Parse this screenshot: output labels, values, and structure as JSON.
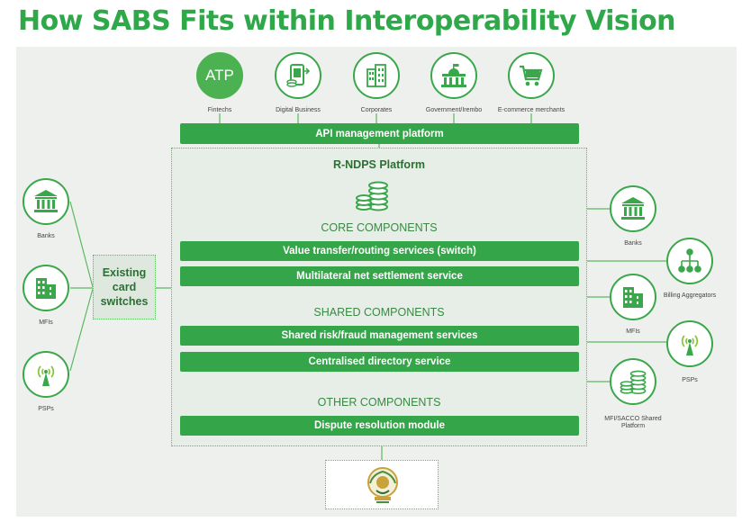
{
  "title": "How SABS Fits within Interoperability Vision",
  "top_entities": [
    {
      "label": "Fintechs",
      "icon": "atp-icon",
      "text": "ATP"
    },
    {
      "label": "Digital Business",
      "icon": "mobile-money-icon"
    },
    {
      "label": "Corporates",
      "icon": "buildings-icon"
    },
    {
      "label": "Government/Irembo",
      "icon": "government-building-icon"
    },
    {
      "label": "E-commerce merchants",
      "icon": "shopping-cart-icon"
    }
  ],
  "api_bar": "API management platform",
  "platform": {
    "title": "R-NDPS Platform",
    "core_heading": "CORE COMPONENTS",
    "core": [
      "Value transfer/routing services (switch)",
      "Multilateral net settlement service"
    ],
    "shared_heading": "SHARED COMPONENTS",
    "shared": [
      "Shared risk/fraud management services",
      "Centralised directory service"
    ],
    "other_heading": "OTHER COMPONENTS",
    "other": [
      "Dispute resolution module"
    ]
  },
  "switch_box": "Existing card switches",
  "left_entities": [
    {
      "label": "Banks",
      "icon": "bank-icon"
    },
    {
      "label": "MFIs",
      "icon": "office-building-icon"
    },
    {
      "label": "PSPs",
      "icon": "antenna-icon"
    }
  ],
  "right_entities": [
    {
      "label": "Banks",
      "icon": "bank-icon"
    },
    {
      "label": "Billing Aggregators",
      "icon": "network-hierarchy-icon"
    },
    {
      "label": "MFIs",
      "icon": "office-building-icon"
    },
    {
      "label": "PSPs",
      "icon": "antenna-icon"
    },
    {
      "label": "MFI/SACCO Shared Platform",
      "icon": "coin-stack-icon"
    }
  ],
  "bottom_logo": "central-bank-seal-icon",
  "colors": {
    "accent": "#34a548",
    "title": "#2fa84a",
    "panel": "#eef0ee"
  }
}
